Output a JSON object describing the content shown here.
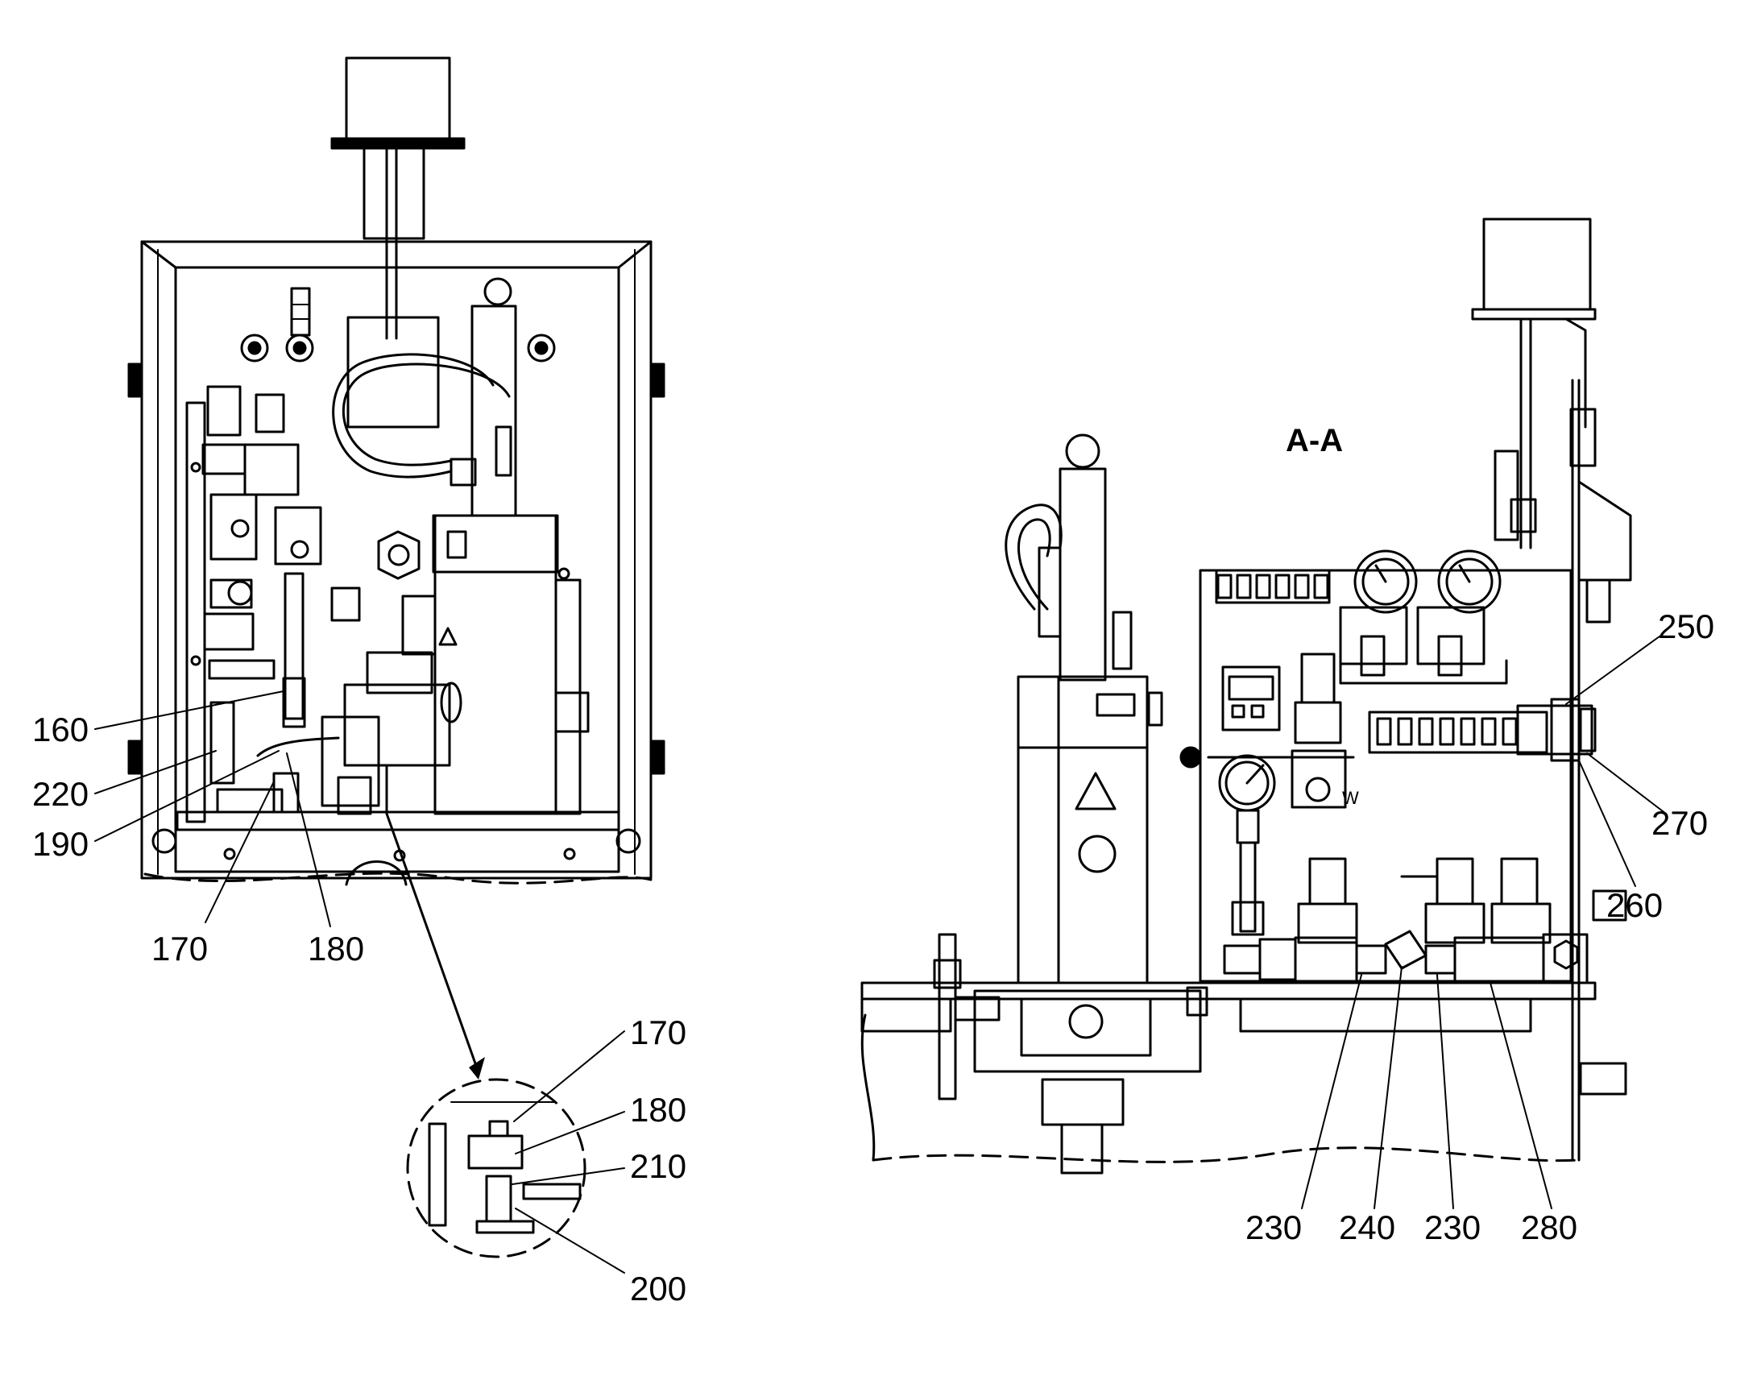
{
  "section_title": "A-A",
  "valve_mark": "W",
  "reference_labels": [
    {
      "id": "160",
      "text": "160"
    },
    {
      "id": "220",
      "text": "220"
    },
    {
      "id": "190",
      "text": "190"
    },
    {
      "id": "170",
      "text": "170"
    },
    {
      "id": "180",
      "text": "180"
    },
    {
      "id": "170d",
      "text": "170"
    },
    {
      "id": "180d",
      "text": "180"
    },
    {
      "id": "210",
      "text": "210"
    },
    {
      "id": "200",
      "text": "200"
    },
    {
      "id": "250",
      "text": "250"
    },
    {
      "id": "270",
      "text": "270"
    },
    {
      "id": "260",
      "text": "260"
    },
    {
      "id": "230a",
      "text": "230"
    },
    {
      "id": "240",
      "text": "240"
    },
    {
      "id": "230b",
      "text": "230"
    },
    {
      "id": "280",
      "text": "280"
    }
  ]
}
